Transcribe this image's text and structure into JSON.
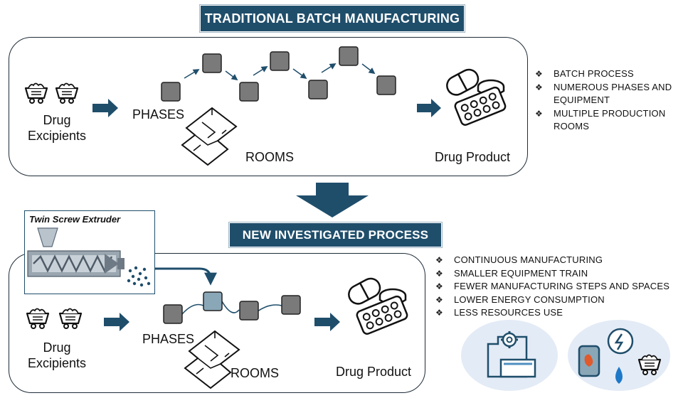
{
  "top_section": {
    "title": "TRADITIONAL BATCH MANUFACTURING",
    "input_line1": "Drug",
    "input_line2": "Excipients",
    "phases_label": "PHASES",
    "rooms_label": "ROOMS",
    "product_label": "Drug Product",
    "bullets": [
      "BATCH PROCESS",
      "NUMEROUS PHASES AND EQUIPMENT",
      "MULTIPLE PRODUCTION ROOMS"
    ]
  },
  "bottom_section": {
    "title": "NEW INVESTIGATED PROCESS",
    "extruder_title": "Twin Screw Extruder",
    "input_line1": "Drug",
    "input_line2": "Excipients",
    "phases_label": "PHASES",
    "rooms_label": "ROOMS",
    "product_label": "Drug Product",
    "bullets": [
      "CONTINUOUS MANUFACTURING",
      "SMALLER EQUIPMENT TRAIN",
      "FEWER MANUFACTURING STEPS AND SPACES",
      "LOWER ENERGY CONSUMPTION",
      "LESS RESOURCES USE"
    ]
  },
  "colors": {
    "title_bg": "#1f4e6b",
    "arrow": "#1f4e6b",
    "phase_box": "#7a7a7a",
    "extruder_phase_box": "#8aa7b8",
    "icon_circle": "#e3ebf6"
  },
  "bullet_symbol": "❖",
  "icons": [
    "mine-cart-icon",
    "pill-bottle-icon",
    "blister-pack-icon",
    "factory-gear-icon",
    "energy-resources-icon",
    "twin-screw-extruder-icon",
    "floor-plan-icon"
  ]
}
